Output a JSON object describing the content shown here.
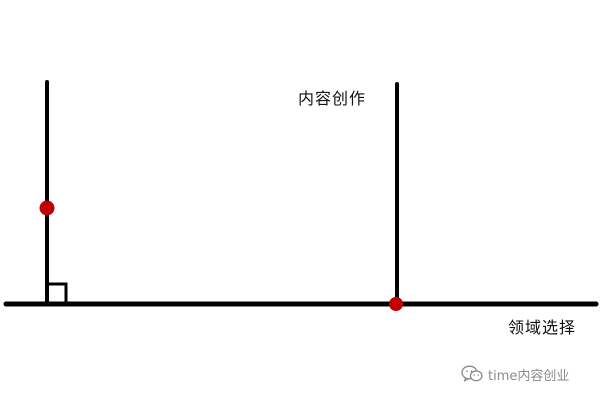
{
  "labels": {
    "content_creation": "内容创作",
    "domain_selection": "领域选择"
  },
  "watermark": {
    "icon": "wechat-icon",
    "text": "time内容创业"
  },
  "colors": {
    "line": "#000000",
    "point": "#c00000",
    "background": "#ffffff",
    "watermark": "#8a8a8a"
  }
}
